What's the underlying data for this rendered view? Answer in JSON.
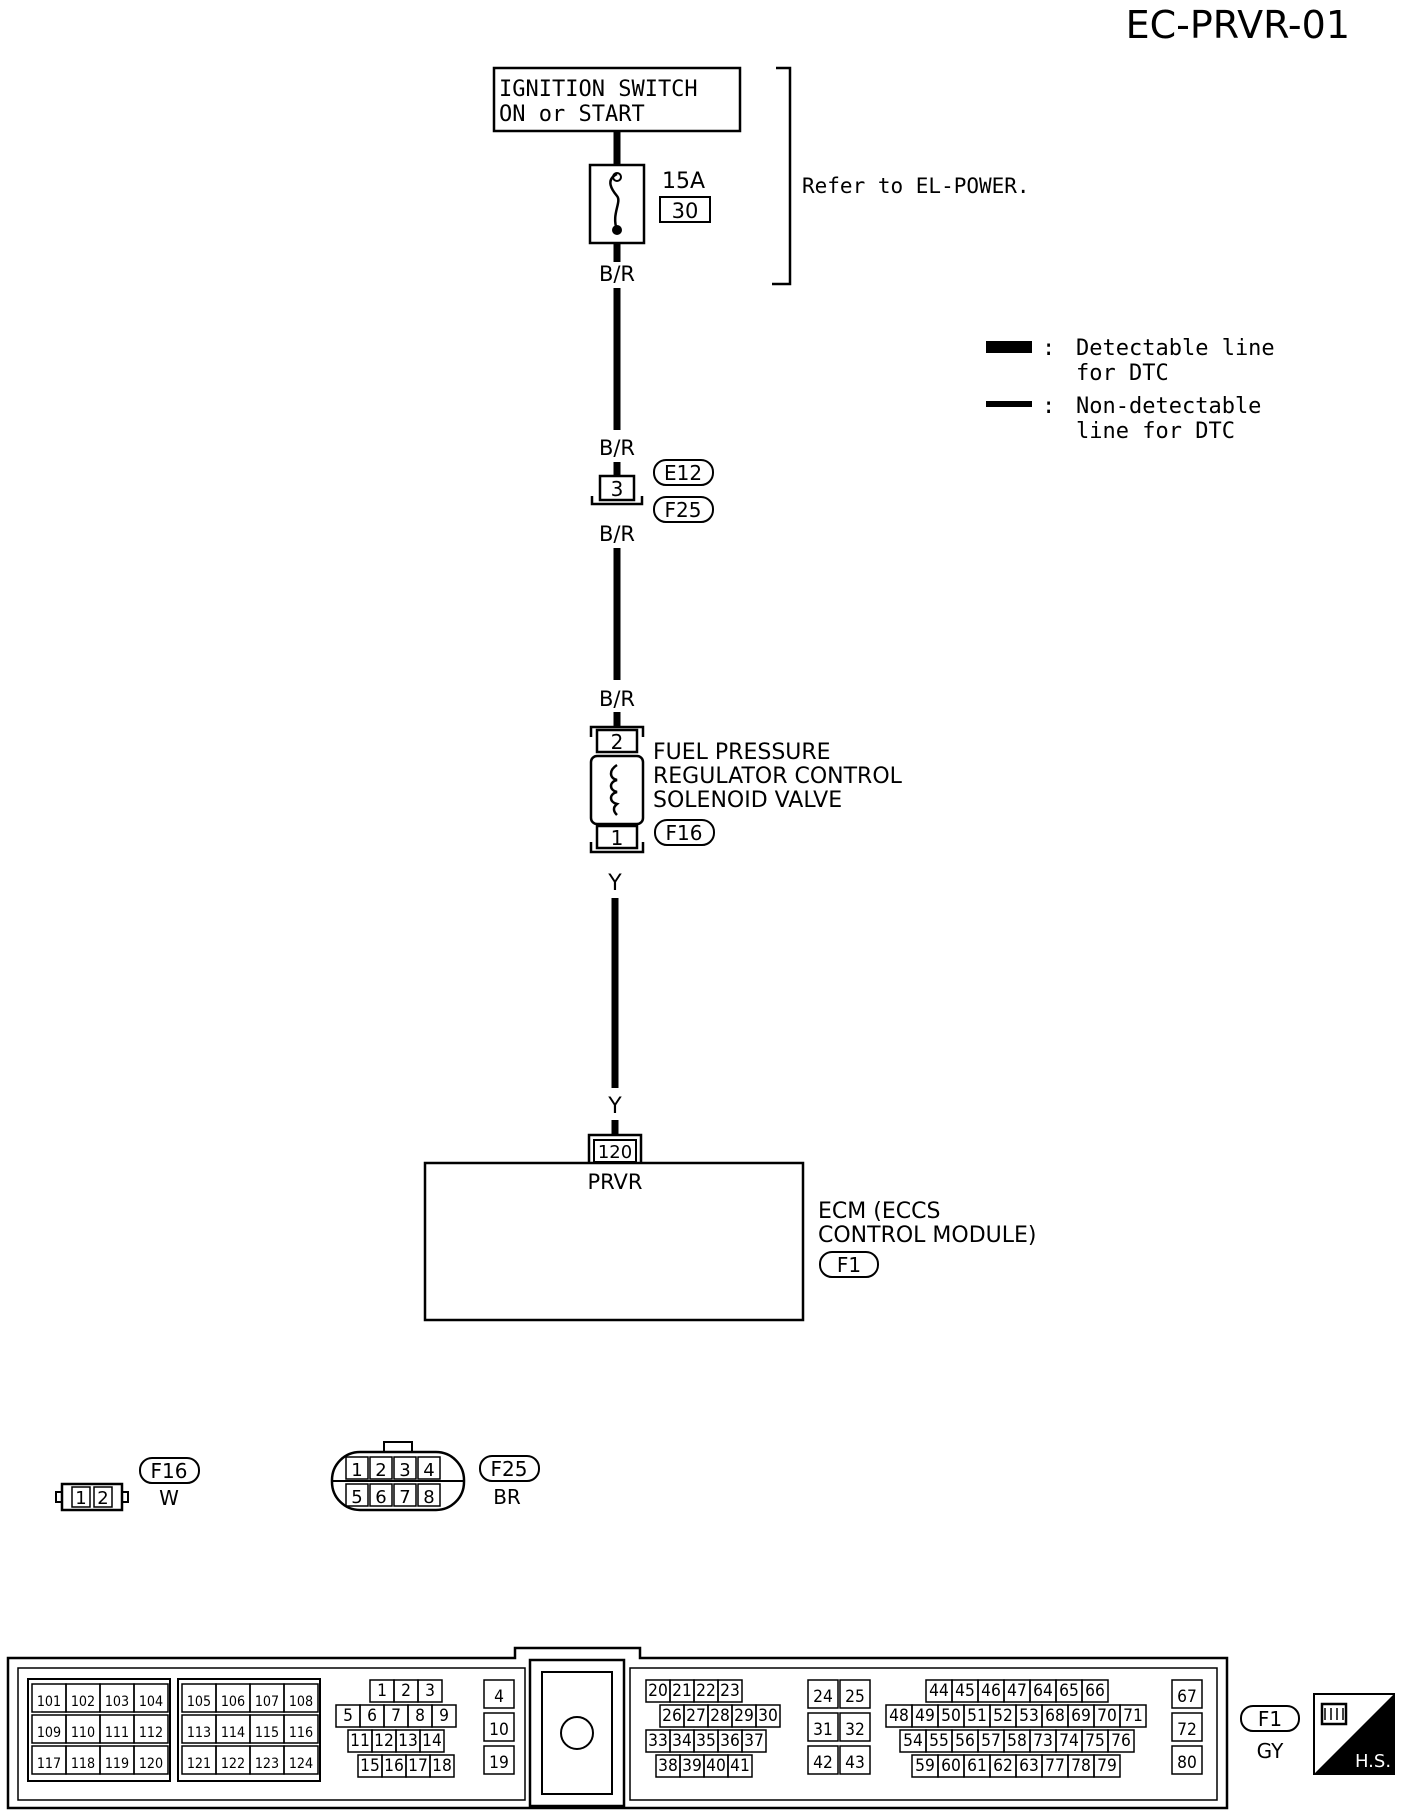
{
  "diagram_code": "EC-PRVR-01",
  "ignition_switch": {
    "line1": "IGNITION SWITCH",
    "line2": "ON or START"
  },
  "fuse": {
    "rating": "15A",
    "number": "30"
  },
  "refer_note": "Refer to EL-POWER.",
  "legend": {
    "detectable": {
      "line1": "Detectable line",
      "line2": "for DTC"
    },
    "non_detectable": {
      "line1": "Non-detectable",
      "line2": "line for DTC"
    },
    "separator": ":"
  },
  "wires": {
    "fuse_out": "B/R",
    "above_joint": "B/R",
    "below_joint": "B/R",
    "above_valve": "B/R",
    "below_valve": "Y",
    "above_ecm": "Y"
  },
  "joint_connector": {
    "pin": "3",
    "tag_top": "E12",
    "tag_bottom": "F25"
  },
  "solenoid": {
    "pin_top": "2",
    "pin_bottom": "1",
    "tag": "F16",
    "name_lines": [
      "FUEL PRESSURE",
      "REGULATOR CONTROL",
      "SOLENOID VALVE"
    ]
  },
  "ecm": {
    "pin": "120",
    "signal": "PRVR",
    "name_line1": "ECM (ECCS",
    "name_line2": "CONTROL MODULE)",
    "tag": "F1"
  },
  "conn_f16": {
    "tag": "F16",
    "color": "W",
    "pins": [
      "1",
      "2"
    ]
  },
  "conn_f25": {
    "tag": "F25",
    "color": "BR",
    "row1": [
      "1",
      "2",
      "3",
      "4"
    ],
    "row2": [
      "5",
      "6",
      "7",
      "8"
    ]
  },
  "conn_f1": {
    "tag": "F1",
    "color": "GY",
    "hs_label": "H.S.",
    "block_a": [
      [
        "101",
        "102",
        "103",
        "104"
      ],
      [
        "109",
        "110",
        "111",
        "112"
      ],
      [
        "117",
        "118",
        "119",
        "120"
      ]
    ],
    "block_b": [
      [
        "105",
        "106",
        "107",
        "108"
      ],
      [
        "113",
        "114",
        "115",
        "116"
      ],
      [
        "121",
        "122",
        "123",
        "124"
      ]
    ],
    "block_c": [
      [
        "1",
        "2",
        "3"
      ],
      [
        "5",
        "6",
        "7",
        "8",
        "9"
      ],
      [
        "11",
        "12",
        "13",
        "14"
      ],
      [
        "15",
        "16",
        "17",
        "18"
      ]
    ],
    "block_d": [
      "4",
      "10",
      "19"
    ],
    "block_e": [
      [
        "20",
        "21",
        "22",
        "23"
      ],
      [
        "26",
        "27",
        "28",
        "29",
        "30"
      ],
      [
        "33",
        "34",
        "35",
        "36",
        "37"
      ],
      [
        "38",
        "39",
        "40",
        "41"
      ]
    ],
    "block_f": [
      [
        "24",
        "25"
      ],
      [
        "31",
        "32"
      ],
      [
        "42",
        "43"
      ]
    ],
    "block_g": [
      [
        "44",
        "45",
        "46",
        "47",
        "64",
        "65",
        "66"
      ],
      [
        "48",
        "49",
        "50",
        "51",
        "52",
        "53",
        "68",
        "69",
        "70",
        "71"
      ],
      [
        "54",
        "55",
        "56",
        "57",
        "58",
        "73",
        "74",
        "75",
        "76"
      ],
      [
        "59",
        "60",
        "61",
        "62",
        "63",
        "77",
        "78",
        "79"
      ]
    ],
    "block_h": [
      "67",
      "72",
      "80"
    ]
  }
}
